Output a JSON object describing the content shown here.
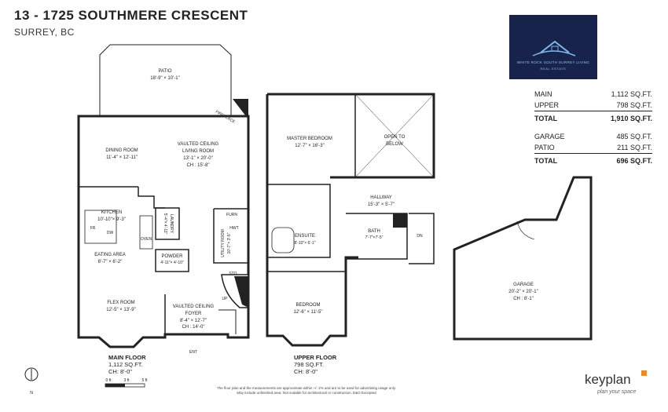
{
  "header": {
    "title": "13 - 1725 SOUTHMERE CRESCENT",
    "subtitle": "SURREY, BC"
  },
  "logo": {
    "brand_text": "WHITE ROCK SOUTH SURREY LIVING",
    "sub_text": "REAL ESTATE"
  },
  "area_table": {
    "living": [
      {
        "label": "MAIN",
        "value": "1,112 SQ.FT."
      },
      {
        "label": "UPPER",
        "value": "798 SQ.FT."
      }
    ],
    "living_total": {
      "label": "TOTAL",
      "value": "1,910 SQ.FT."
    },
    "other": [
      {
        "label": "GARAGE",
        "value": "485 SQ.FT."
      },
      {
        "label": "PATIO",
        "value": "211 SQ.FT."
      }
    ],
    "other_total": {
      "label": "TOTAL",
      "value": "696 SQ.FT."
    }
  },
  "main_floor": {
    "rooms": {
      "patio": {
        "name": "PATIO",
        "dims": "18'-9\" × 10'-1\""
      },
      "fireplace": "FIREPLACE",
      "dining": {
        "name": "DINING ROOM",
        "dims": "11'-4\" × 12'-11\""
      },
      "living": {
        "name": "LIVING ROOM",
        "note": "VAULTED CEILING",
        "dims": "13'-1\" × 20'-0\"",
        "ceiling": "CH : 15'-8\""
      },
      "kitchen": {
        "name": "KITCHEN",
        "dims": "10'-10\"× 9'-3\""
      },
      "laundry": {
        "name": "LAUNDRY",
        "dims": "5'-4\"× 4'-11\""
      },
      "furn": "FURN",
      "hwt": "HWT",
      "utility": {
        "name": "UTILITY ROOM",
        "dims": "10'-7\"× 3'-5\""
      },
      "fridge": "FR",
      "dw": "DW",
      "oven": "OVEN",
      "eating": {
        "name": "EATING AREA",
        "dims": "8'-7\" × 6'-2\""
      },
      "powder": {
        "name": "POWDER",
        "dims": "4'-11\"× 4'-10\""
      },
      "sto": "STO.",
      "up": "UP",
      "flex": {
        "name": "FLEX ROOM",
        "dims": "12'-5\" × 13'-9\""
      },
      "foyer": {
        "name": "FOYER",
        "note": "VAULTED CEILING",
        "dims": "8'-4\" × 12'-7\"",
        "ceiling": "CH : 14'-0\""
      },
      "ent": "ENT"
    },
    "caption": {
      "name": "MAIN FLOOR",
      "area": "1,112 SQ.FT.",
      "ceiling": "CH: 8'-0\""
    }
  },
  "upper_floor": {
    "rooms": {
      "master": {
        "name": "MASTER BEDROOM",
        "dims": "12'-7\" × 16'-3\""
      },
      "open": {
        "line1": "OPEN TO",
        "line2": "BELOW"
      },
      "hallway": {
        "name": "HALLWAY",
        "dims": "15'-3\" × 5'-7\""
      },
      "ensuite": {
        "name": "ENSUITE",
        "dims": "8'-10\"× 6'-1\""
      },
      "bath": {
        "name": "BATH",
        "dims": "7'-7\"×7'-5\""
      },
      "dn": "DN",
      "bedroom": {
        "name": "BEDROOM",
        "dims": "12'-6\" × 11'-5\""
      }
    },
    "caption": {
      "name": "UPPER FLOOR",
      "area": "798 SQ.FT.",
      "ceiling": "CH: 8'-0\""
    }
  },
  "garage": {
    "name": "GARAGE",
    "dims": "20'-2\" × 20'-1\"",
    "ceiling": "CH : 8'-1\""
  },
  "compass": "N",
  "scale": {
    "ticks": [
      "0 ft",
      "3 ft",
      "5 ft"
    ]
  },
  "disclaimer": {
    "line1": "The floor plan and the measurements are approximate within +/- 2% and are to be used for advertising usage only.",
    "line2": "May include unfinished area. Not suitable for architectural or construction. E&O Excepted"
  },
  "footer": {
    "brand": "keyplan",
    "tagline": "plan your space"
  },
  "colors": {
    "wall": "#222222",
    "logo_bg": "#17234a",
    "accent": "#f28a1f"
  }
}
